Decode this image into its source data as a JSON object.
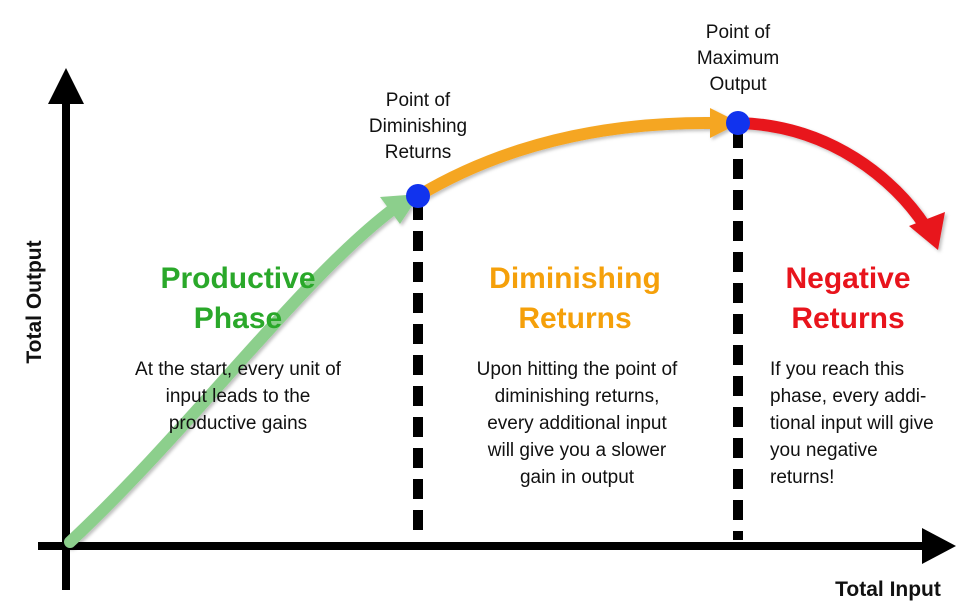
{
  "axes": {
    "y_label": "Total Output",
    "x_label": "Total Input"
  },
  "points": {
    "diminishing": {
      "label": "Point of Diminishing Returns",
      "lines": [
        "Point of",
        "Diminishing",
        "Returns"
      ]
    },
    "maximum": {
      "label": "Point of Maximum Output",
      "lines": [
        "Point of",
        "Maximum",
        "Output"
      ]
    }
  },
  "phases": [
    {
      "title_lines": [
        "Productive",
        "Phase"
      ],
      "description_lines": [
        "At the start, every unit of",
        "input leads to the",
        "productive gains"
      ],
      "color": "#2aa82a"
    },
    {
      "title_lines": [
        "Diminishing",
        "Returns"
      ],
      "description_lines": [
        "Upon hitting the point of",
        "diminishing returns,",
        "every additional input",
        "will give you a slower",
        "gain in output"
      ],
      "color": "#f5a00a"
    },
    {
      "title_lines": [
        "Negative",
        "Returns"
      ],
      "description_lines": [
        "If you reach this",
        "phase, every addi-",
        "tional input will give",
        "you negative",
        "returns!"
      ],
      "color": "#e8141c"
    }
  ],
  "colors": {
    "axis": "#000000",
    "productive_curve": "#8ccf8c",
    "diminishing_curve": "#f5a623",
    "negative_curve": "#e8141c",
    "point_marker": "#1133ee"
  }
}
